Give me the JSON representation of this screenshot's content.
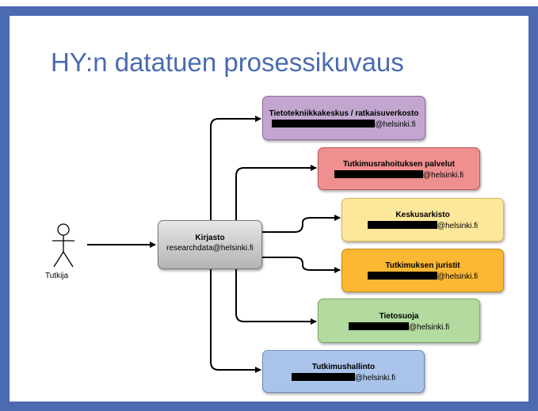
{
  "slide": {
    "title": "HY:n datatuen prosessikuvaus"
  },
  "actor": {
    "label": "Tutkija"
  },
  "hub": {
    "title": "Kirjasto",
    "email": "researchdata@helsinki.fi"
  },
  "targets": [
    {
      "title": "Tietotekniikkakeskus / ratkaisuverkosto",
      "email_suffix": "@helsinki.fi",
      "color": "#c2a6d0"
    },
    {
      "title": "Tutkimusrahoituksen palvelut",
      "email_suffix": "@helsinki.fi",
      "color": "#ef8f8f"
    },
    {
      "title": "Keskusarkisto",
      "email_suffix": "@helsinki.fi",
      "color": "#fde79a"
    },
    {
      "title": "Tutkimuksen juristit",
      "email_suffix": "@helsinki.fi",
      "color": "#fcb733"
    },
    {
      "title": "Tietosuoja",
      "email_suffix": "@helsinki.fi",
      "color": "#b3da9f"
    },
    {
      "title": "Tutkimushallinto",
      "email_suffix": "@helsinki.fi",
      "color": "#a9c3ea"
    }
  ]
}
